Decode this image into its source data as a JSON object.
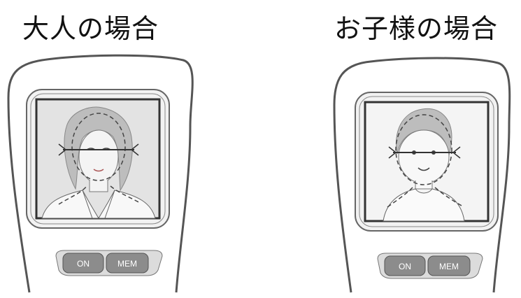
{
  "panels": {
    "adult": {
      "title": "大人の場合"
    },
    "child": {
      "title": "お子様の場合"
    }
  },
  "buttons": {
    "on_label": "ON",
    "mem_label": "MEM"
  },
  "colors": {
    "device_outline": "#555555",
    "screen_bezel": "#666666",
    "photo_background": "#e3e3e3",
    "button_fill": "#8c8c8c",
    "guide_lines": "#444444"
  }
}
